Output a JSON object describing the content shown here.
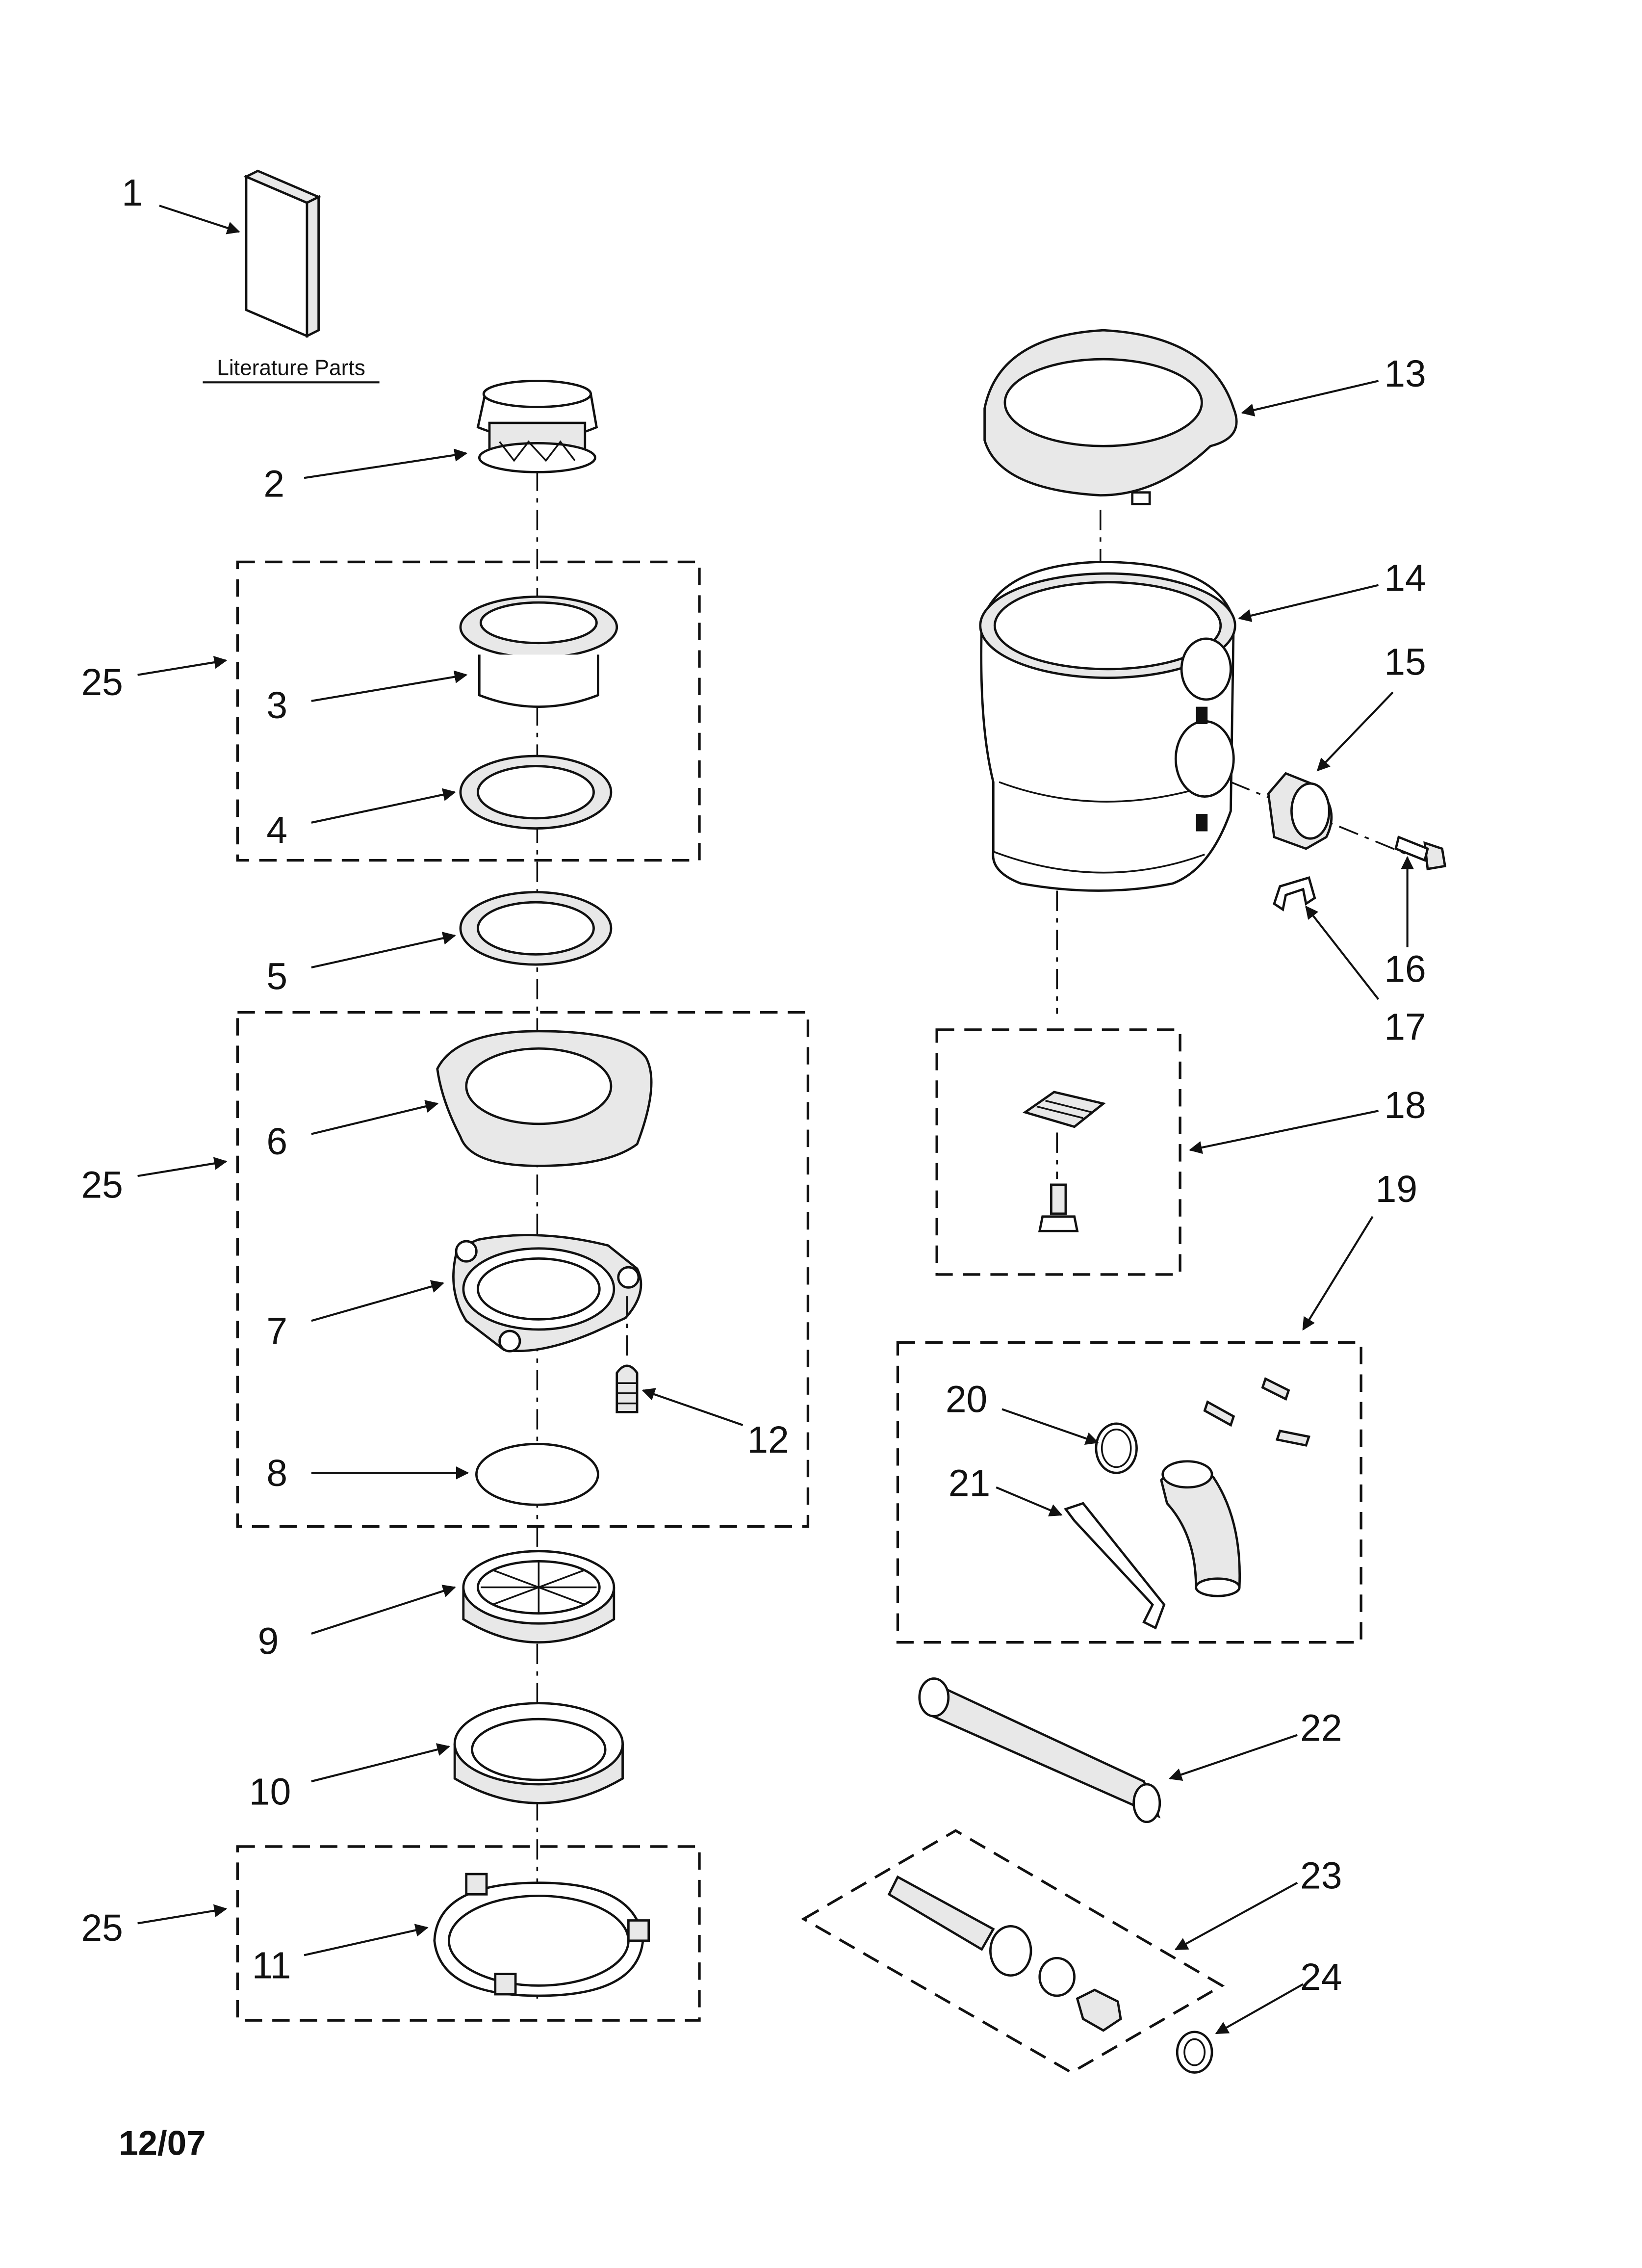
{
  "caption": "Literature Parts",
  "date_code": "12/07",
  "callouts": {
    "c1": "1",
    "c2": "2",
    "c3": "3",
    "c4": "4",
    "c5": "5",
    "c6": "6",
    "c7": "7",
    "c8": "8",
    "c9": "9",
    "c10": "10",
    "c11": "11",
    "c12": "12",
    "c13": "13",
    "c14": "14",
    "c15": "15",
    "c16": "16",
    "c17": "17",
    "c18": "18",
    "c19": "19",
    "c20": "20",
    "c21": "21",
    "c22": "22",
    "c23": "23",
    "c24": "24",
    "c25a": "25",
    "c25b": "25",
    "c25c": "25"
  }
}
